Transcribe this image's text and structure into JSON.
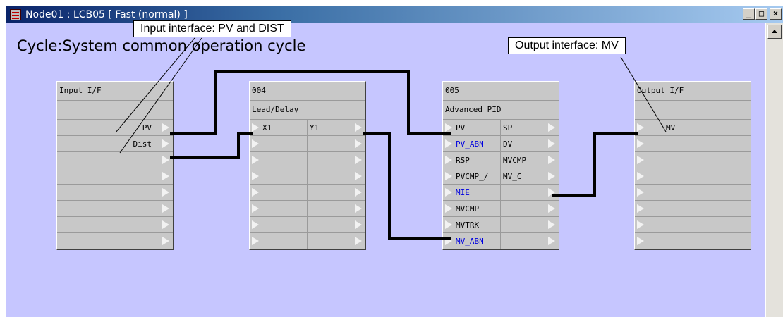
{
  "window": {
    "title": "Node01 : LCB05  [ Fast (normal) ]",
    "minimize_glyph": "_",
    "maximize_glyph": "□",
    "close_glyph": "×"
  },
  "canvas": {
    "cycle_label": "Cycle:System common operation cycle"
  },
  "callouts": {
    "input": "Input interface: PV and DIST",
    "output": "Output interface: MV"
  },
  "blocks": {
    "input_if": {
      "title": "Input I/F",
      "subtitle": "",
      "rows": [
        "PV",
        "Dist",
        "",
        "",
        "",
        "",
        "",
        ""
      ]
    },
    "leadlag": {
      "title": "004",
      "subtitle": "Lead/Delay",
      "rows": [
        {
          "in": "X1",
          "out": "Y1"
        },
        {
          "in": "",
          "out": ""
        },
        {
          "in": "",
          "out": ""
        },
        {
          "in": "",
          "out": ""
        },
        {
          "in": "",
          "out": ""
        },
        {
          "in": "",
          "out": ""
        },
        {
          "in": "",
          "out": ""
        },
        {
          "in": "",
          "out": ""
        }
      ]
    },
    "pid": {
      "title": "005",
      "subtitle": "Advanced PID",
      "rows": [
        {
          "in": "PV",
          "out": "SP",
          "in_blue": false
        },
        {
          "in": "PV_ABN",
          "out": "DV",
          "in_blue": true
        },
        {
          "in": "RSP",
          "out": "MVCMP",
          "in_blue": false
        },
        {
          "in": "PVCMP_/",
          "out": "MV_C",
          "in_blue": false
        },
        {
          "in": "MIE",
          "out": "",
          "in_blue": true
        },
        {
          "in": "MVCMP_",
          "out": "",
          "in_blue": false
        },
        {
          "in": "MVTRK",
          "out": "",
          "in_blue": false
        },
        {
          "in": "MV_ABN",
          "out": "",
          "in_blue": true
        }
      ]
    },
    "output_if": {
      "title": "Output I/F",
      "subtitle": "",
      "rows": [
        "MV",
        "",
        "",
        "",
        "",
        "",
        "",
        ""
      ]
    }
  },
  "colors": {
    "canvas": "#c6c6ff",
    "block": "#c8c8c8",
    "wire": "#000000",
    "blue_pin": "#0000e0"
  }
}
